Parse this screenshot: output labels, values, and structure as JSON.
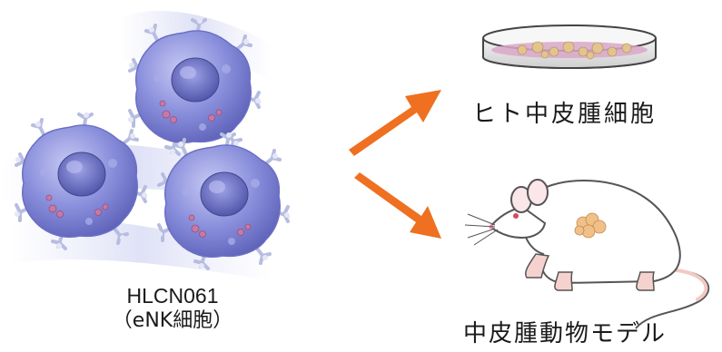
{
  "cell_label": "HLCN061",
  "cell_sublabel": "（eNK細胞）",
  "target_top_label": "ヒト中皮腫細胞",
  "target_bottom_label": "中皮腫動物モデル",
  "colors": {
    "arrow": "#ee7020",
    "cell_body": "#8a8fdc",
    "cell_nucleus": "#5e63b6",
    "dish_medium": "#d9a7c9",
    "mouse_body": "#ffffff",
    "tumor": "#f1c089"
  },
  "icons": [
    "nk-cell-icon",
    "petri-dish-icon",
    "mouse-icon",
    "arrow-icon"
  ]
}
